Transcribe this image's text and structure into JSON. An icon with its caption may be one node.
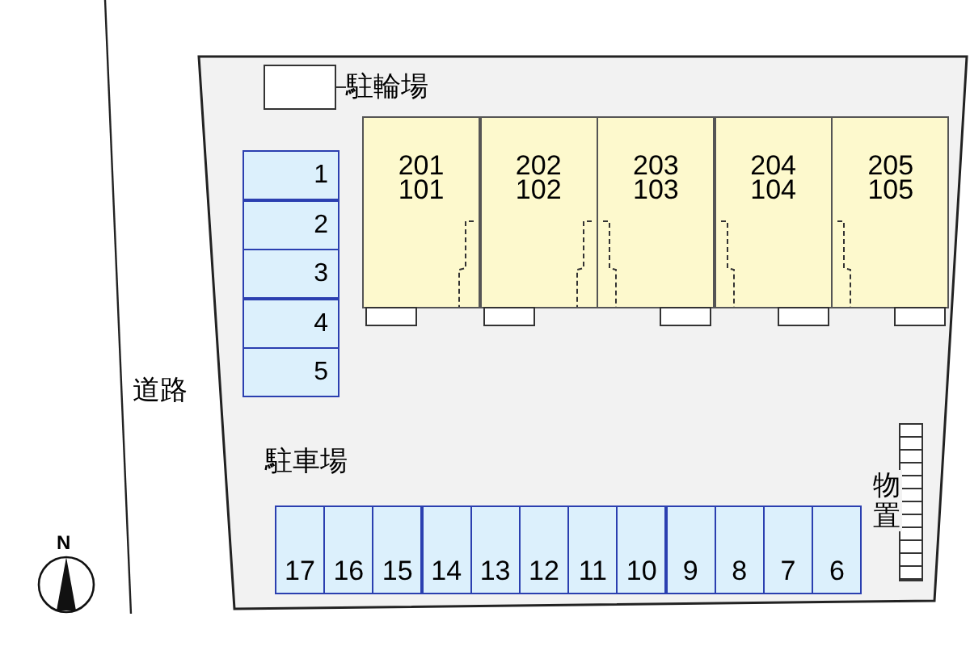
{
  "diagram": {
    "nodes": [
      {
        "text": [],
        "shape": "box"
      },
      {
        "text": [
          "駐輪場"
        ]
      },
      {
        "text": [
          "201",
          "101"
        ]
      },
      {
        "text": [
          "202",
          "102"
        ]
      },
      {
        "text": [
          "203",
          "103"
        ]
      },
      {
        "text": [
          "204",
          "104"
        ]
      },
      {
        "text": [
          "205",
          "105"
        ]
      },
      {
        "text": [
          "1"
        ]
      },
      {
        "text": [
          "2"
        ]
      },
      {
        "text": [
          "3"
        ]
      },
      {
        "text": [
          "4"
        ]
      },
      {
        "text": [
          "5"
        ]
      },
      {
        "text": [
          "物置"
        ]
      },
      {
        "text": [
          "17"
        ]
      },
      {
        "text": [
          "16"
        ]
      },
      {
        "text": [
          "15"
        ]
      },
      {
        "text": [
          "14"
        ]
      },
      {
        "text": [
          "13"
        ]
      },
      {
        "text": [
          "12"
        ]
      },
      {
        "text": [
          "11"
        ]
      },
      {
        "text": [
          "10"
        ]
      },
      {
        "text": [
          "9"
        ]
      },
      {
        "text": [
          "8"
        ]
      },
      {
        "text": [
          "7"
        ]
      },
      {
        "text": [
          "6"
        ]
      }
    ],
    "edges": [
      {
        "from": 0,
        "to": 1,
        "arrow": "none"
      }
    ],
    "labels": [
      "道路",
      "駐車場",
      "N"
    ]
  }
}
